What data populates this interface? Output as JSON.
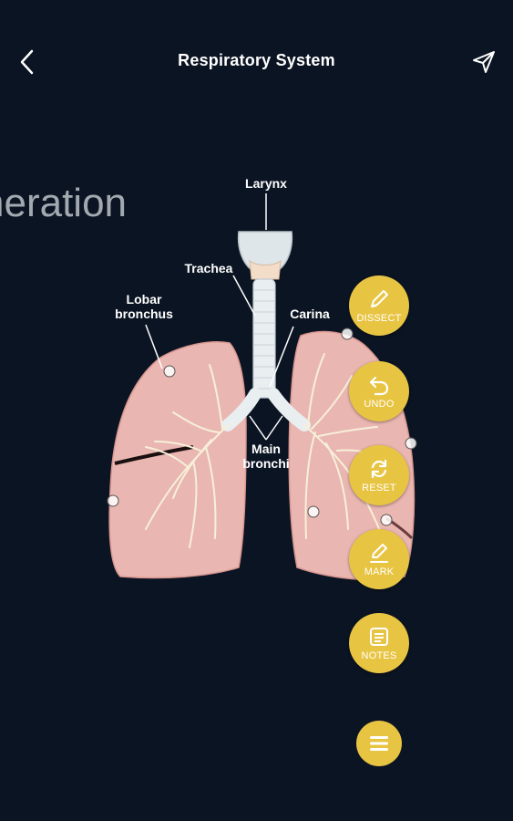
{
  "header": {
    "title": "Respiratory System"
  },
  "background_text": "neration",
  "diagram": {
    "labels": {
      "larynx": "Larynx",
      "trachea": "Trachea",
      "lobar_bronchus_line1": "Lobar",
      "lobar_bronchus_line2": "bronchus",
      "carina": "Carina",
      "main_bronchi_line1": "Main",
      "main_bronchi_line2": "bronchi"
    }
  },
  "tools": {
    "dissect": "DISSECT",
    "undo": "UNDO",
    "reset": "RESET",
    "mark": "MARK",
    "notes": "NOTES"
  },
  "colors": {
    "background": "#0b1422",
    "accent": "#e8c443",
    "lung": "#e9b7b3"
  },
  "icons": {
    "back": "chevron-left-icon",
    "share": "send-icon",
    "dissect": "pencil-icon",
    "undo": "undo-icon",
    "reset": "refresh-icon",
    "mark": "edit-icon",
    "notes": "notes-icon",
    "menu": "hamburger-menu-icon"
  }
}
